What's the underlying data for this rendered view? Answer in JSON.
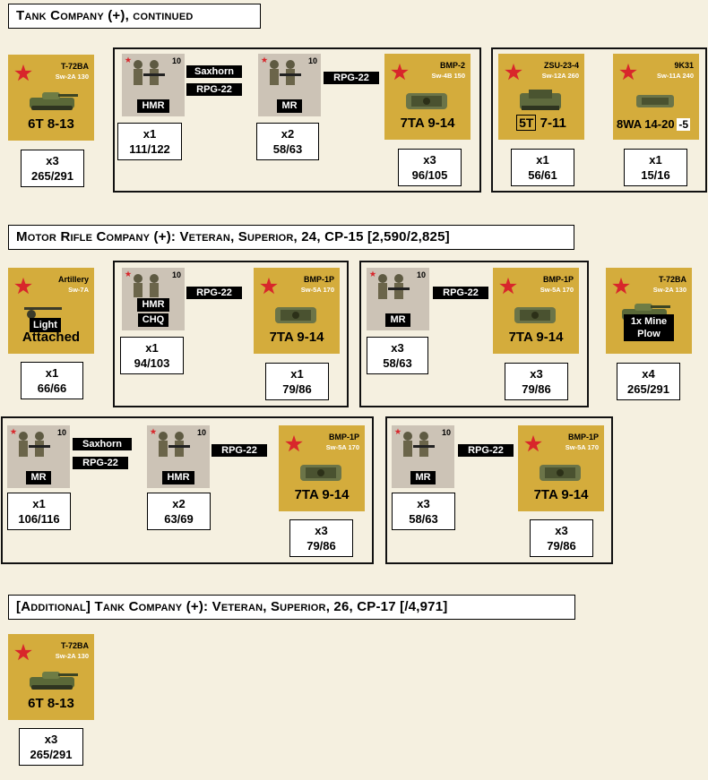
{
  "sections": {
    "tank_cont_title": "Tank Company (+), continued",
    "mrc_title": "Motor Rifle Company (+): Veteran, Superior, 24, CP-15 [2,590/2,825]",
    "add_tank_title": "[Additional] Tank Company (+): Veteran, Superior, 26, CP-17 [/4,971]"
  },
  "units": {
    "t72_a": {
      "name": "T-72BA",
      "sub": "Sw-2A 130",
      "rating": "6T 8-13",
      "count": "x3",
      "cost": "265/291"
    },
    "hmr_a": {
      "number": "10",
      "tag1": "HMR",
      "count": "x1",
      "cost": "111/122"
    },
    "mr_a": {
      "number": "10",
      "tag1": "MR",
      "count": "x2",
      "cost": "58/63"
    },
    "bmp2": {
      "name": "BMP-2",
      "sub": "Sw-4B 150",
      "rating": "7TA 9-14",
      "count": "x3",
      "cost": "96/105"
    },
    "zsu": {
      "name": "ZSU-23-4",
      "sub": "Sw-12A 260",
      "rating": "7-11",
      "rating_box": "5T",
      "count": "x1",
      "cost": "56/61"
    },
    "k9k31": {
      "name": "9K31",
      "sub": "Sw-11A 240",
      "rating": "8WA 14-20",
      "mod": "-5",
      "count": "x1",
      "cost": "15/16"
    },
    "art": {
      "name": "Artillery",
      "sub": "Sw-7A",
      "overlay": "Light",
      "rating": "Attached",
      "count": "x1",
      "cost": "66/66"
    },
    "hmr_chq": {
      "number": "10",
      "tag1": "HMR",
      "tag2": "CHQ",
      "count": "x1",
      "cost": "94/103"
    },
    "bmp1_a": {
      "name": "BMP-1P",
      "sub": "Sw-5A 170",
      "rating": "7TA 9-14",
      "count": "x1",
      "cost": "79/86"
    },
    "mr_b": {
      "number": "10",
      "tag1": "MR",
      "count": "x3",
      "cost": "58/63"
    },
    "bmp1_b": {
      "name": "BMP-1P",
      "sub": "Sw-5A 170",
      "rating": "7TA 9-14",
      "count": "x3",
      "cost": "79/86"
    },
    "t72_b": {
      "name": "T-72BA",
      "sub": "Sw-2A 130",
      "overlay1": "1x Mine",
      "overlay2": "Plow",
      "rating": "6T 8-13",
      "count": "x4",
      "cost": "265/291"
    },
    "mr_c": {
      "number": "10",
      "tag1": "MR",
      "count": "x1",
      "cost": "106/116"
    },
    "hmr_b": {
      "number": "10",
      "tag1": "HMR",
      "count": "x2",
      "cost": "63/69"
    },
    "bmp1_c": {
      "name": "BMP-1P",
      "sub": "Sw-5A 170",
      "rating": "7TA 9-14",
      "count": "x3",
      "cost": "79/86"
    },
    "mr_d": {
      "number": "10",
      "tag1": "MR",
      "count": "x3",
      "cost": "58/63"
    },
    "bmp1_d": {
      "name": "BMP-1P",
      "sub": "Sw-5A 170",
      "rating": "7TA 9-14",
      "count": "x3",
      "cost": "79/86"
    },
    "t72_c": {
      "name": "T-72BA",
      "sub": "Sw-2A 130",
      "rating": "6T 8-13",
      "count": "x3",
      "cost": "265/291"
    }
  },
  "weapons": {
    "saxhorn": "Saxhorn",
    "rpg22": "RPG-22"
  }
}
